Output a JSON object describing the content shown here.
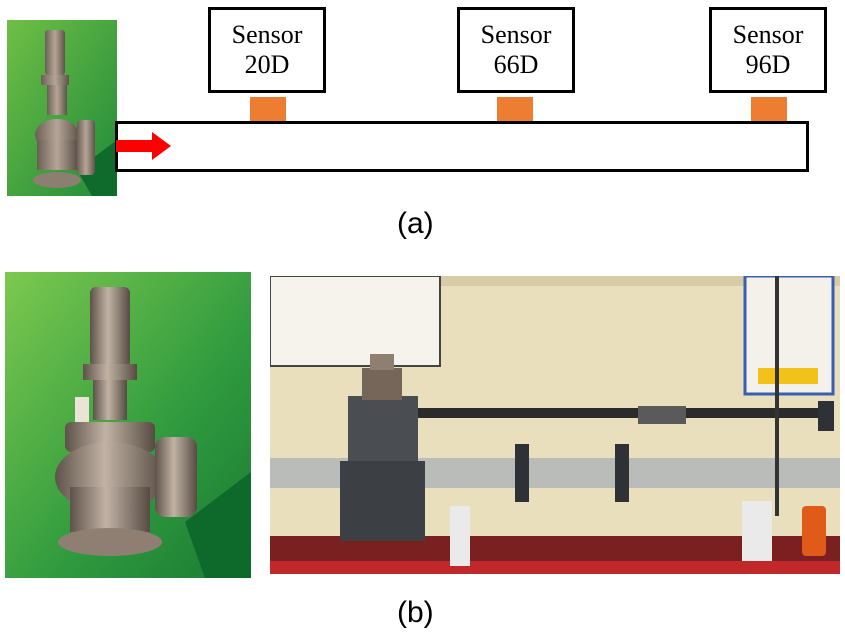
{
  "diagram_a": {
    "caption": "(a)",
    "sensors": [
      {
        "line1": "Sensor",
        "line2": "20D"
      },
      {
        "line1": "Sensor",
        "line2": "66D"
      },
      {
        "line1": "Sensor",
        "line2": "96D"
      }
    ],
    "colors": {
      "sensor_pad": "#ed7d31",
      "flow_arrow": "#ff0000",
      "outline": "#000000"
    }
  },
  "photos_b": {
    "caption": "(b)"
  }
}
